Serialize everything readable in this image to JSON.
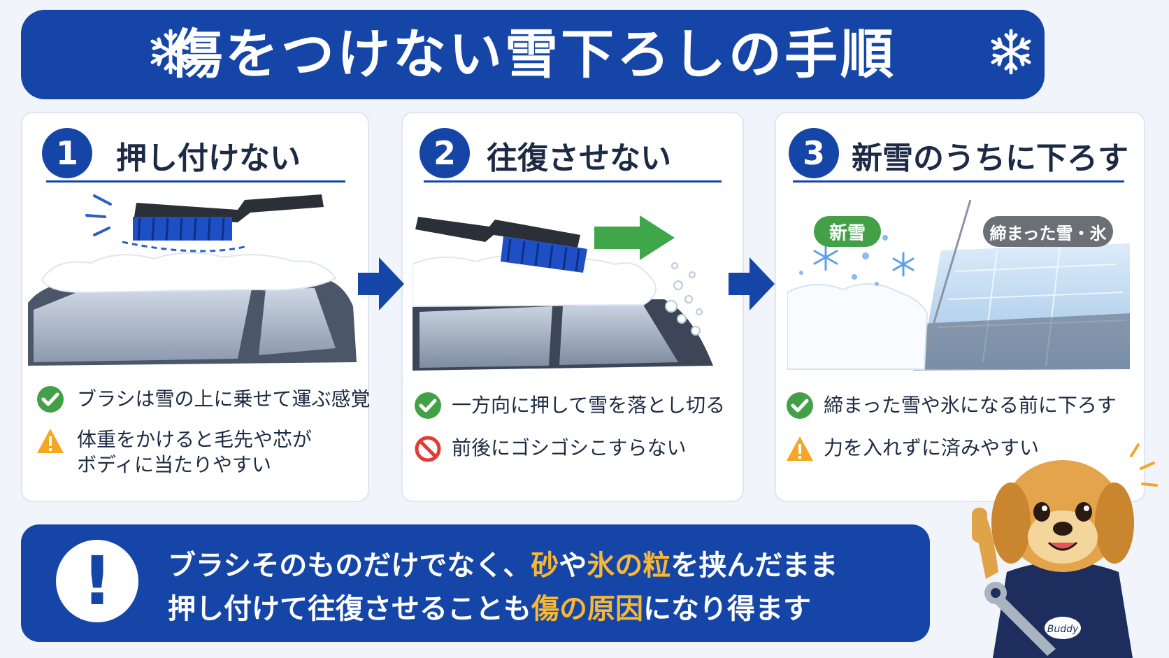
{
  "title": "傷をつけない雪下ろしの手順",
  "steps": [
    {
      "number": "1",
      "title": "押し付けない",
      "points": [
        {
          "icon": "check-icon",
          "text": "ブラシは雪の上に乗せて運ぶ感覚"
        },
        {
          "icon": "warning-icon",
          "line1": "体重をかけると毛先や芯が",
          "line2": "ボディに当たりやすい"
        }
      ]
    },
    {
      "number": "2",
      "title": "往復させない",
      "points": [
        {
          "icon": "check-icon",
          "text": "一方向に押して雪を落とし切る"
        },
        {
          "icon": "prohibited-icon",
          "text": "前後にゴシゴシこすらない"
        }
      ]
    },
    {
      "number": "3",
      "title": "新雪のうちに下ろす",
      "labels": {
        "fresh": "新雪",
        "packed": "締まった雪・氷"
      },
      "points": [
        {
          "icon": "check-icon",
          "text": "締まった雪や氷になる前に下ろす"
        },
        {
          "icon": "warning-icon",
          "text": "力を入れずに済みやすい"
        }
      ]
    }
  ],
  "bottom": {
    "line1": {
      "a": "ブラシそのものだけでなく、",
      "h1": "砂",
      "b": "や",
      "h2": "氷の粒",
      "c": "を挟んだまま"
    },
    "line2": {
      "a": "押し付けて往復させることも",
      "h1": "傷の原因",
      "b": "になり得ます"
    }
  },
  "mascot": {
    "badge": "Buddy"
  },
  "colors": {
    "primary": "#1546a7",
    "accent_green": "#43a047",
    "highlight": "#f7b733",
    "warning": "#f5a623",
    "prohibit": "#e53935"
  }
}
